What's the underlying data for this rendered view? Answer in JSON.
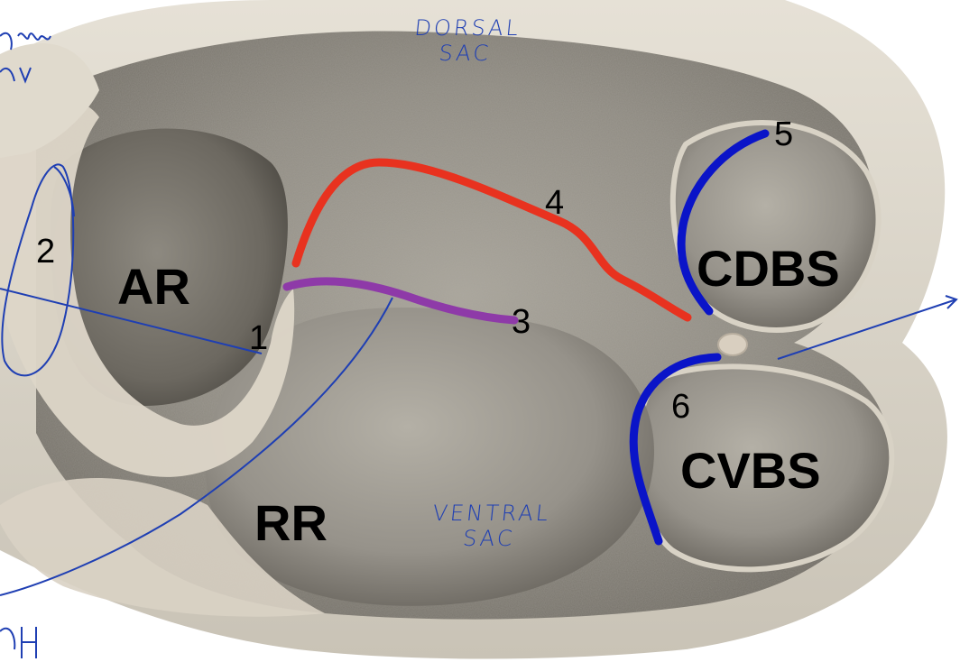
{
  "regions": {
    "ar": "AR",
    "rr": "RR",
    "cdbs": "CDBS",
    "cvbs": "CVBS"
  },
  "numbers": {
    "n1": "1",
    "n2": "2",
    "n3": "3",
    "n4": "4",
    "n5": "5",
    "n6": "6"
  },
  "handwritten": {
    "dorsal_line1": "DORSAL",
    "dorsal_line2": "SAC",
    "ventral_line1": "VENTRAL",
    "ventral_line2": "SAC"
  },
  "colors": {
    "pillar_4": "#e8321f",
    "pillar_3": "#8e3aa8",
    "pillars_5_6": "#0a14c8",
    "annotation_ink": "#1f3fb3",
    "label_text": "#000000"
  }
}
